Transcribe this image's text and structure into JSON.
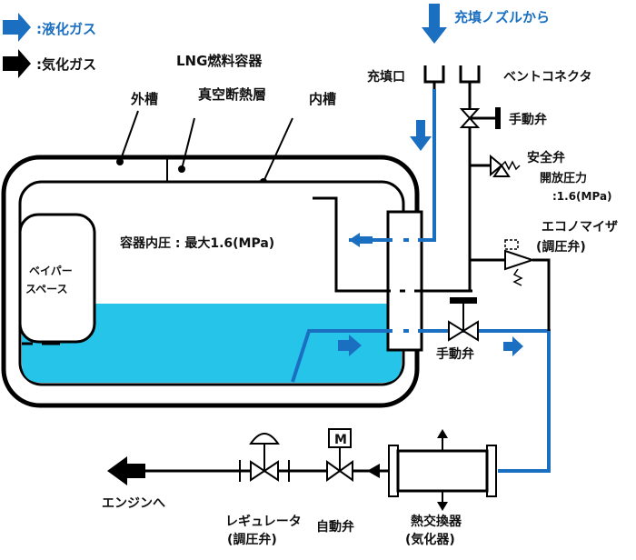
{
  "legend": {
    "liquid_gas": ":液化ガス",
    "vaporized_gas": ":気化ガス"
  },
  "title": "LNG燃料容器",
  "labels": {
    "outer_tank": "外槽",
    "vacuum_insulation": "真空断熱層",
    "inner_tank": "内槽",
    "filling_port": "充填口",
    "vent_connector": "ベントコネクタ",
    "from_nozzle": "充填ノズルから",
    "manual_valve_top": "手動弁",
    "safety_valve": "安全弁",
    "relief_pressure": "開放圧力",
    "relief_pressure_value": ":1.6(MPa)",
    "economizer": "エコノマイザ",
    "economizer_sub": "(調圧弁)",
    "internal_pressure": "容器内圧 : 最大1.6(MPa)",
    "vapor_space_line1": "ベイパー",
    "vapor_space_line2": "スペース",
    "manual_valve_mid": "手動弁",
    "heat_exchanger": "熱交換器",
    "heat_exchanger_sub": "(気化器)",
    "auto_valve": "自動弁",
    "motor": "M",
    "regulator": "レギュレータ",
    "regulator_sub": "(調圧弁)",
    "to_engine": "エンジンへ"
  },
  "colors": {
    "liquid": "#1a6fc1",
    "liquid_fill": "#27c4ea",
    "vapor": "#111111"
  }
}
